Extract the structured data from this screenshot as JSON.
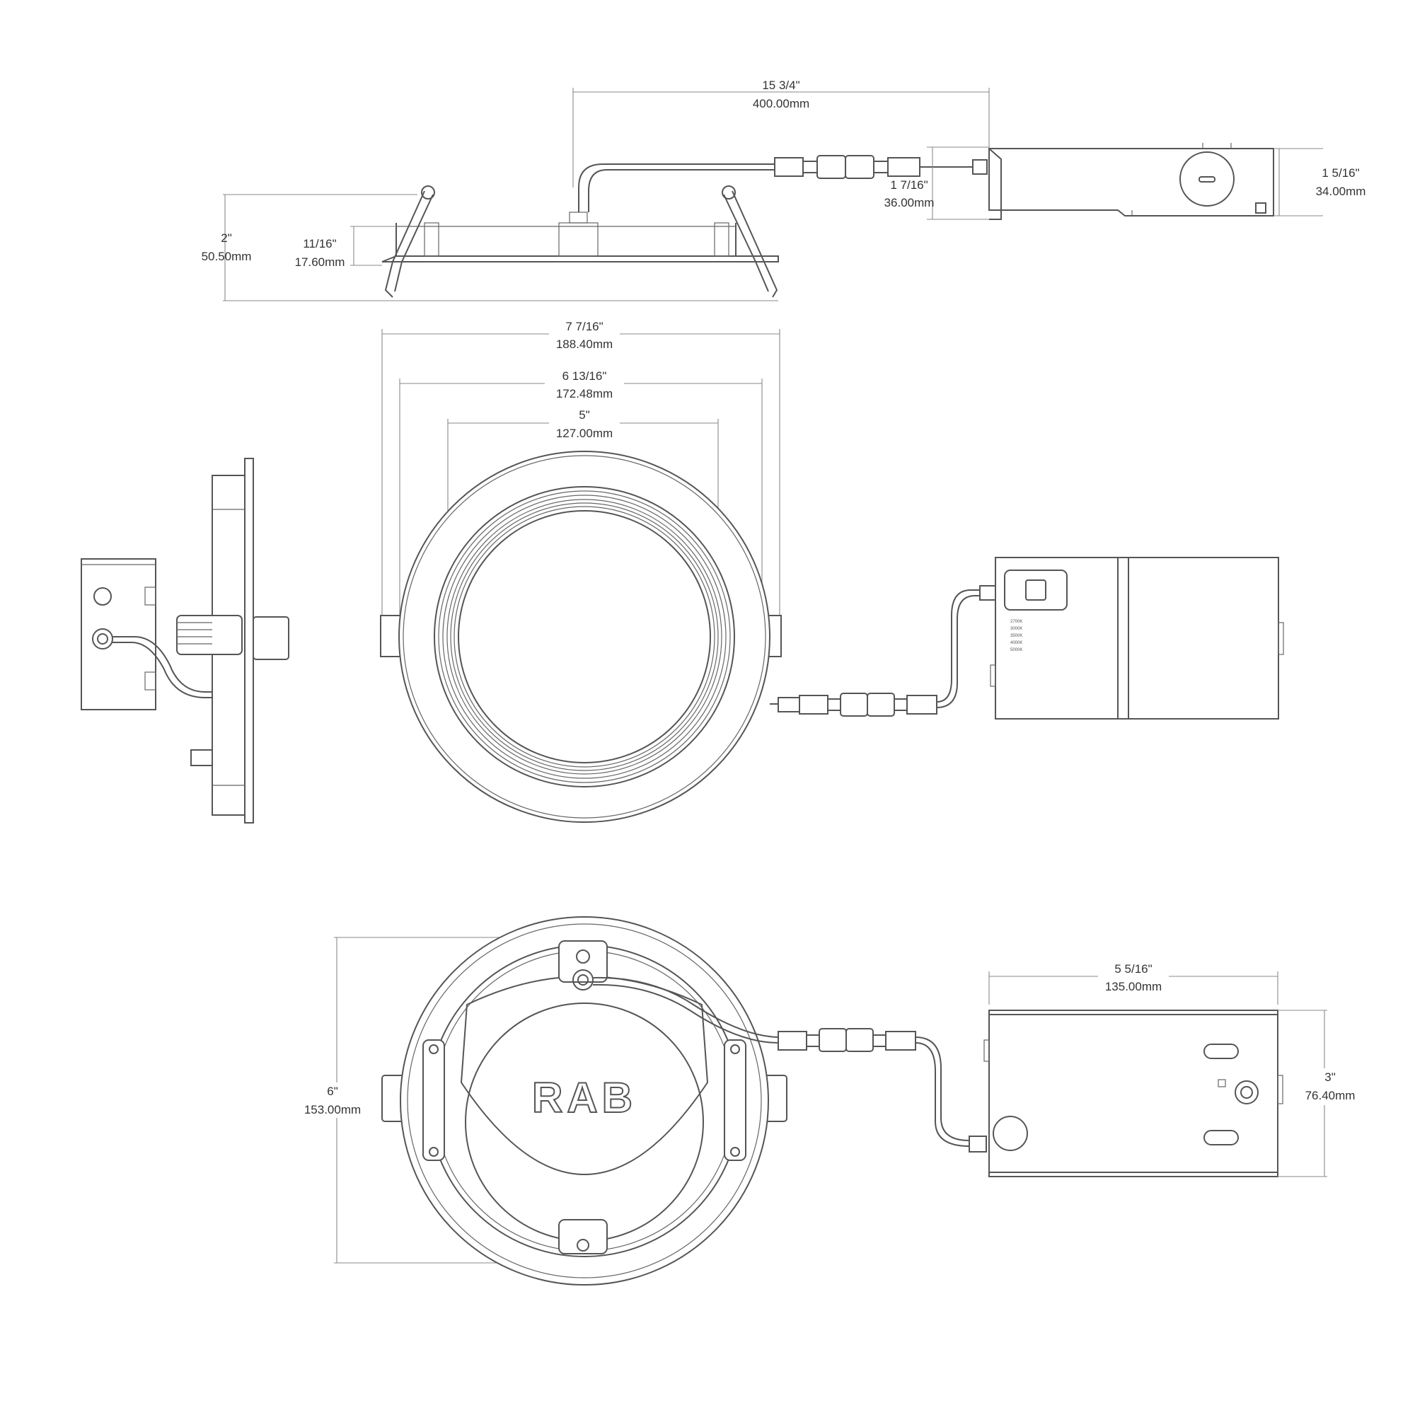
{
  "dimensions": {
    "overall_length": {
      "in": "15 3/4\"",
      "mm": "400.00mm"
    },
    "driver_height_side": {
      "in": "1 5/16\"",
      "mm": "34.00mm"
    },
    "driver_connector_height": {
      "in": "1 7/16\"",
      "mm": "36.00mm"
    },
    "overall_height": {
      "in": "2\"",
      "mm": "50.50mm"
    },
    "trim_height": {
      "in": "11/16\"",
      "mm": "17.60mm"
    },
    "clip_span": {
      "in": "7 7/16\"",
      "mm": "188.40mm"
    },
    "trim_diameter": {
      "in": "6 13/16\"",
      "mm": "172.48mm"
    },
    "aperture": {
      "in": "5\"",
      "mm": "127.00mm"
    },
    "cutout_diameter": {
      "in": "6\"",
      "mm": "153.00mm"
    },
    "driver_length": {
      "in": "5 5/16\"",
      "mm": "135.00mm"
    },
    "driver_width": {
      "in": "3\"",
      "mm": "76.40mm"
    }
  },
  "logo": "RAB",
  "cct_labels": [
    "2700K",
    "3000K",
    "3500K",
    "4000K",
    "5000K"
  ]
}
